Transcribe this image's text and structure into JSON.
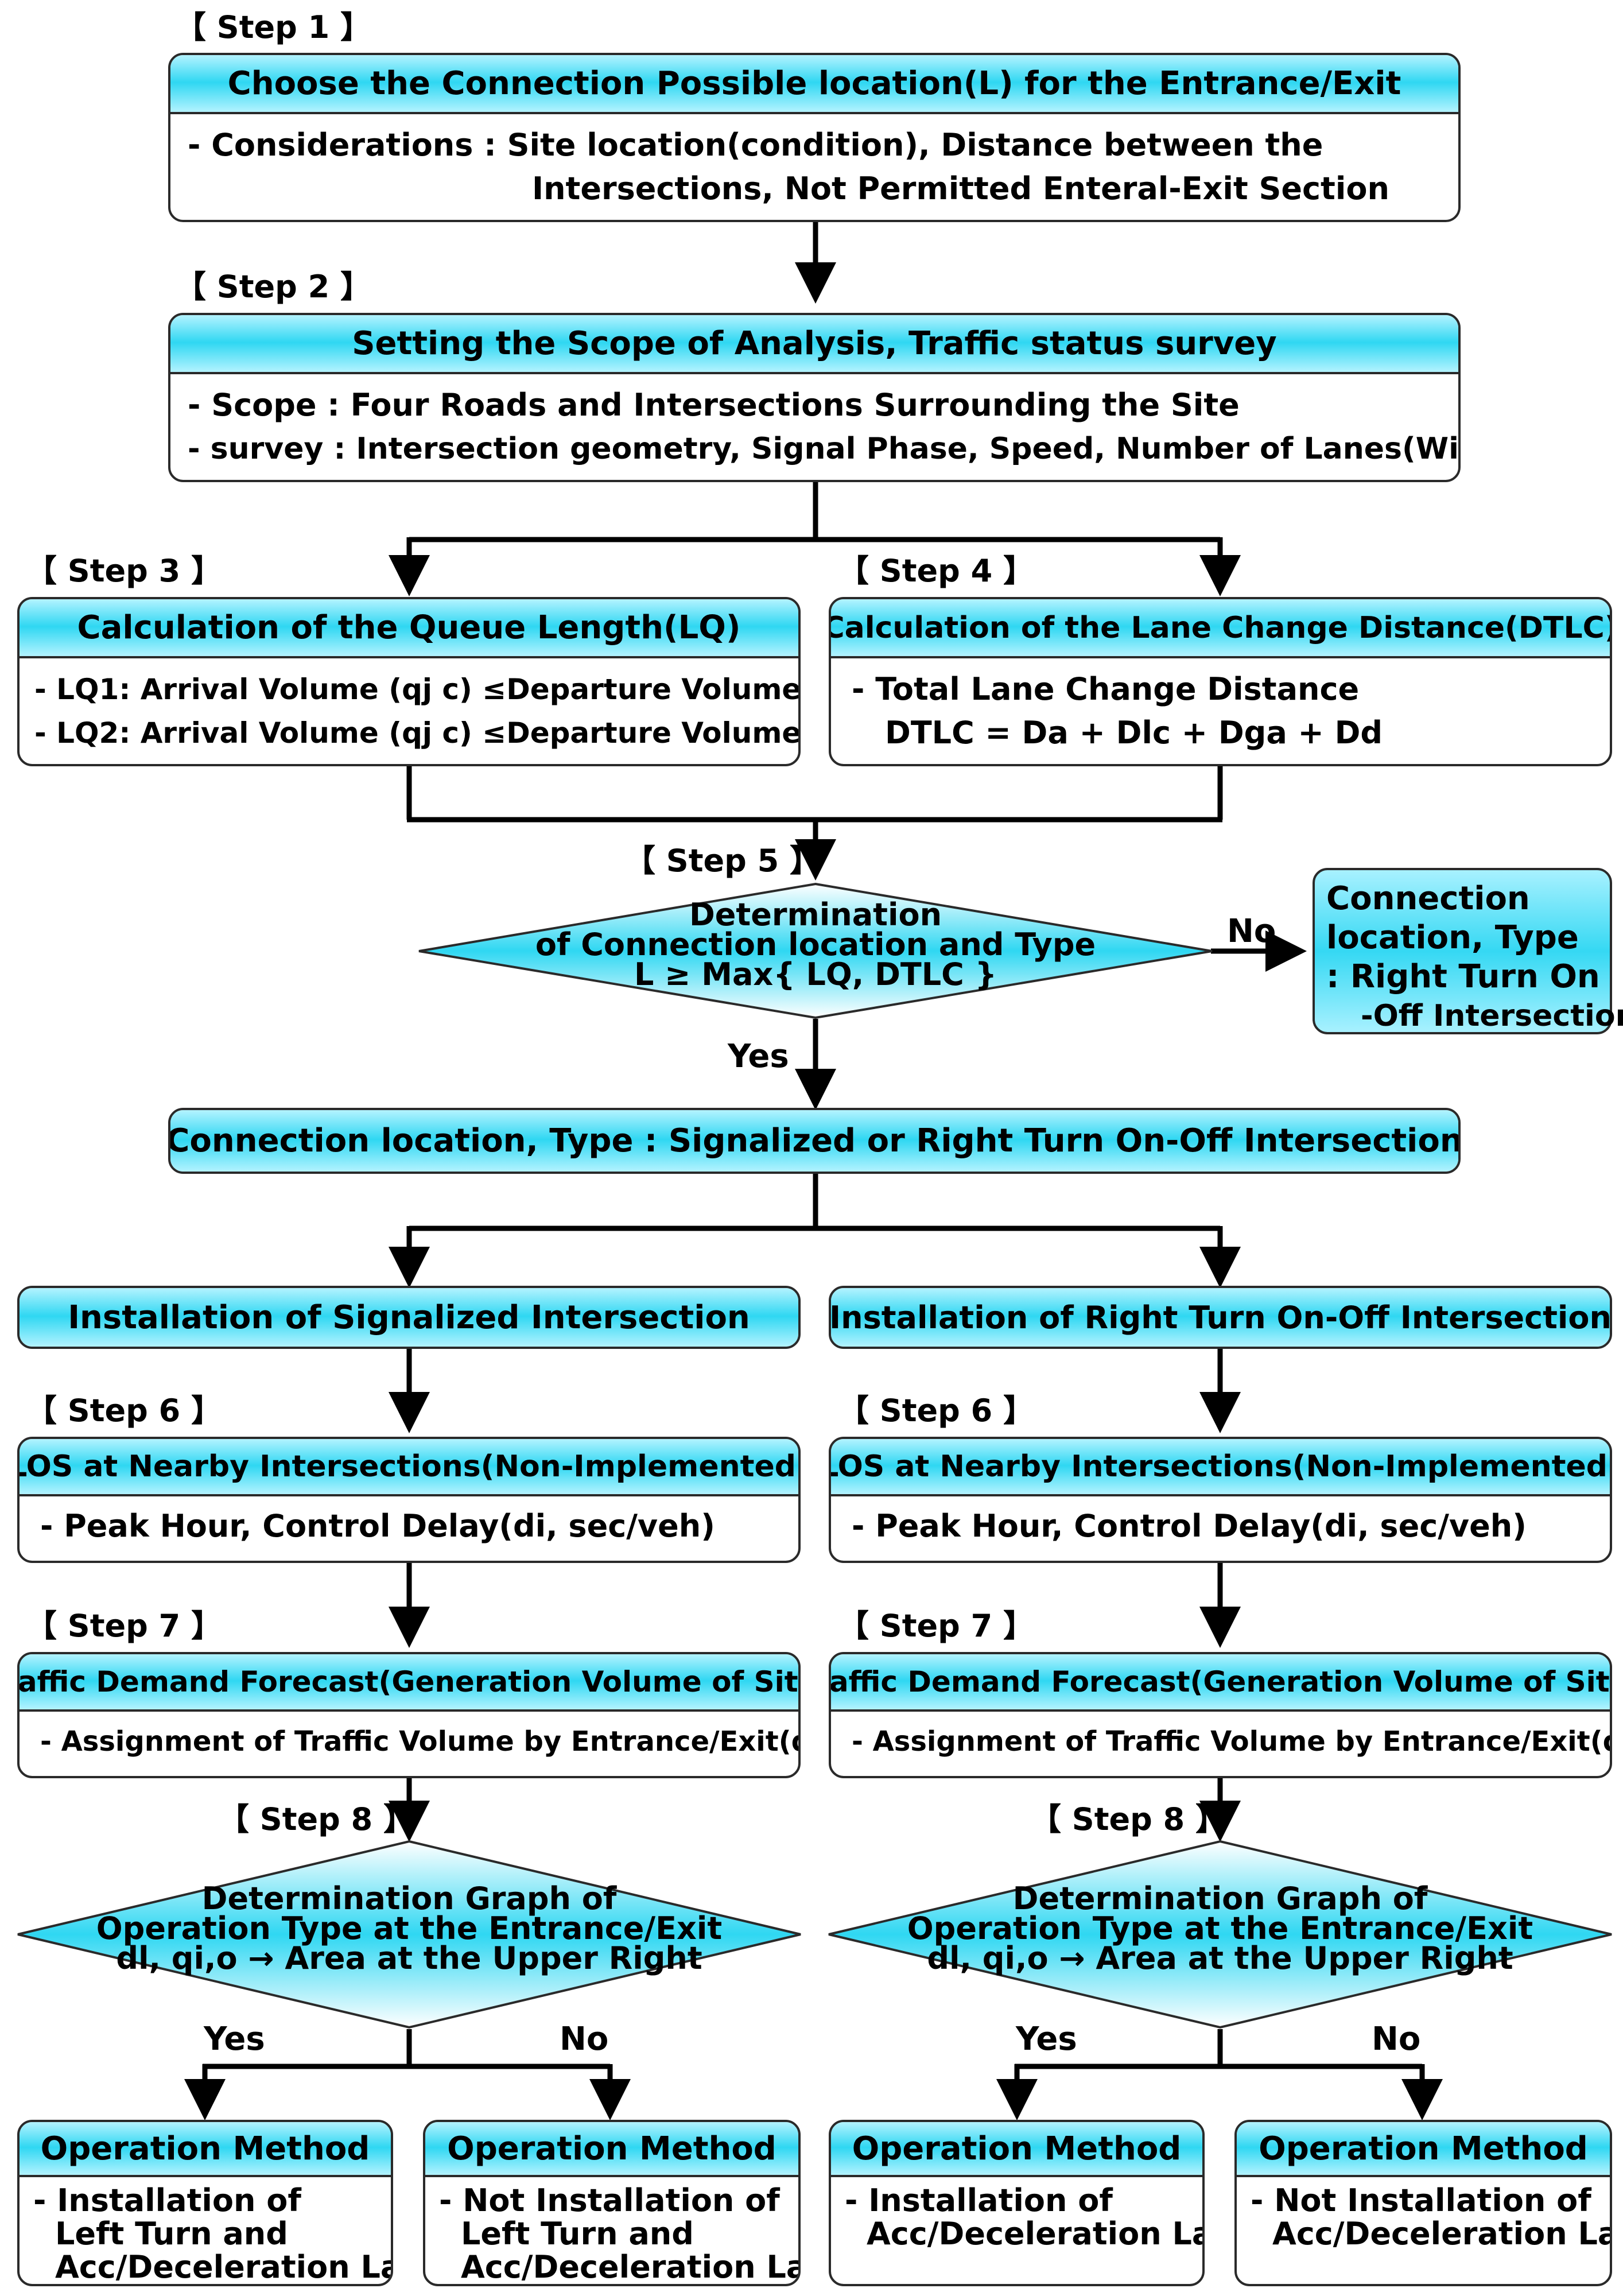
{
  "step1": {
    "label": "【 Step 1 】",
    "title": "Choose the Connection Possible location(L) for the Entrance/Exit",
    "line1": "- Considerations : Site location(condition), Distance between the",
    "line2": "Intersections, Not Permitted Enteral-Exit Section"
  },
  "step2": {
    "label": "【 Step 2 】",
    "title": "Setting the Scope of Analysis,  Traffic status survey",
    "line1": "- Scope : Four Roads and Intersections Surrounding the Site",
    "line2": "- survey : Intersection geometry, Signal Phase, Speed, Number of Lanes(Width)"
  },
  "step3": {
    "label": "【 Step 3 】",
    "title": "Calculation of the Queue Length(LQ)",
    "line1": "- LQ1: Arrival Volume (qj c) ≤Departure Volume(sj g)",
    "line2": "- LQ2: Arrival Volume (qj c) ≤Departure Volume(sj g)"
  },
  "step4": {
    "label": "【 Step 4 】",
    "title": "Calculation of the Lane Change Distance(DTLC)",
    "line1": "- Total Lane Change Distance",
    "line2": "DTLC = Da + Dlc + Dga + Dd"
  },
  "step5": {
    "label": "【 Step 5 】",
    "line1": "Determination",
    "line2": "of Connection location and Type",
    "line3": "L ≥ Max{ LQ, DTLC }",
    "no_label": "No",
    "yes_label": "Yes",
    "no_result": {
      "line1": "Connection",
      "line2": "location, Type",
      "line3": ": Right Turn On",
      "line4": "-Off Intersection"
    }
  },
  "connection": {
    "text": "Connection location, Type : Signalized or Right Turn On-Off Intersection"
  },
  "left": {
    "install": "Installation of Signalized Intersection",
    "step6_label": "【 Step 6 】",
    "step6_title": "LOS at Nearby Intersections(Non-Implemented)",
    "step6_line": "- Peak Hour, Control Delay(di, sec/veh)",
    "step7_label": "【 Step 7 】",
    "step7_title": "Traffic Demand Forecast(Generation Volume of Site)",
    "step7_line": "- Assignment  of Traffic Volume by Entrance/Exit(qi,o)",
    "step8_label": "【 Step 8 】",
    "step8_line1": "Determination Graph of",
    "step8_line2": "Operation Type at the Entrance/Exit",
    "step8_line3": "dl, qi,o → Area at the Upper Right",
    "yes_label": "Yes",
    "no_label": "No",
    "yes_box": {
      "title": "Operation Method",
      "line1": "- Installation of",
      "line2": "Left Turn and",
      "line3": "Acc/Deceleration Lane"
    },
    "no_box": {
      "title": "Operation Method",
      "line1": "- Not Installation of",
      "line2": "Left Turn and",
      "line3": "Acc/Deceleration Lane"
    }
  },
  "right": {
    "install": "Installation of Right Turn On-Off Intersection",
    "step6_label": "【 Step 6 】",
    "step6_title": "LOS at Nearby Intersections(Non-Implemented)",
    "step6_line": "- Peak Hour, Control Delay(di, sec/veh)",
    "step7_label": "【 Step 7 】",
    "step7_title": "Traffic Demand Forecast(Generation Volume of Site)",
    "step7_line": "- Assignment  of Traffic Volume by Entrance/Exit(qi,o)",
    "step8_label": "【 Step 8 】",
    "step8_line1": "Determination Graph of",
    "step8_line2": "Operation Type at the Entrance/Exit",
    "step8_line3": "dl, qi,o → Area at the Upper Right",
    "yes_label": "Yes",
    "no_label": "No",
    "yes_box": {
      "title": "Operation Method",
      "line1": "- Installation of",
      "line2": "Acc/Deceleration Lane"
    },
    "no_box": {
      "title": "Operation Method",
      "line1": "- Not Installation of",
      "line2": "Acc/Deceleration Lane"
    }
  }
}
